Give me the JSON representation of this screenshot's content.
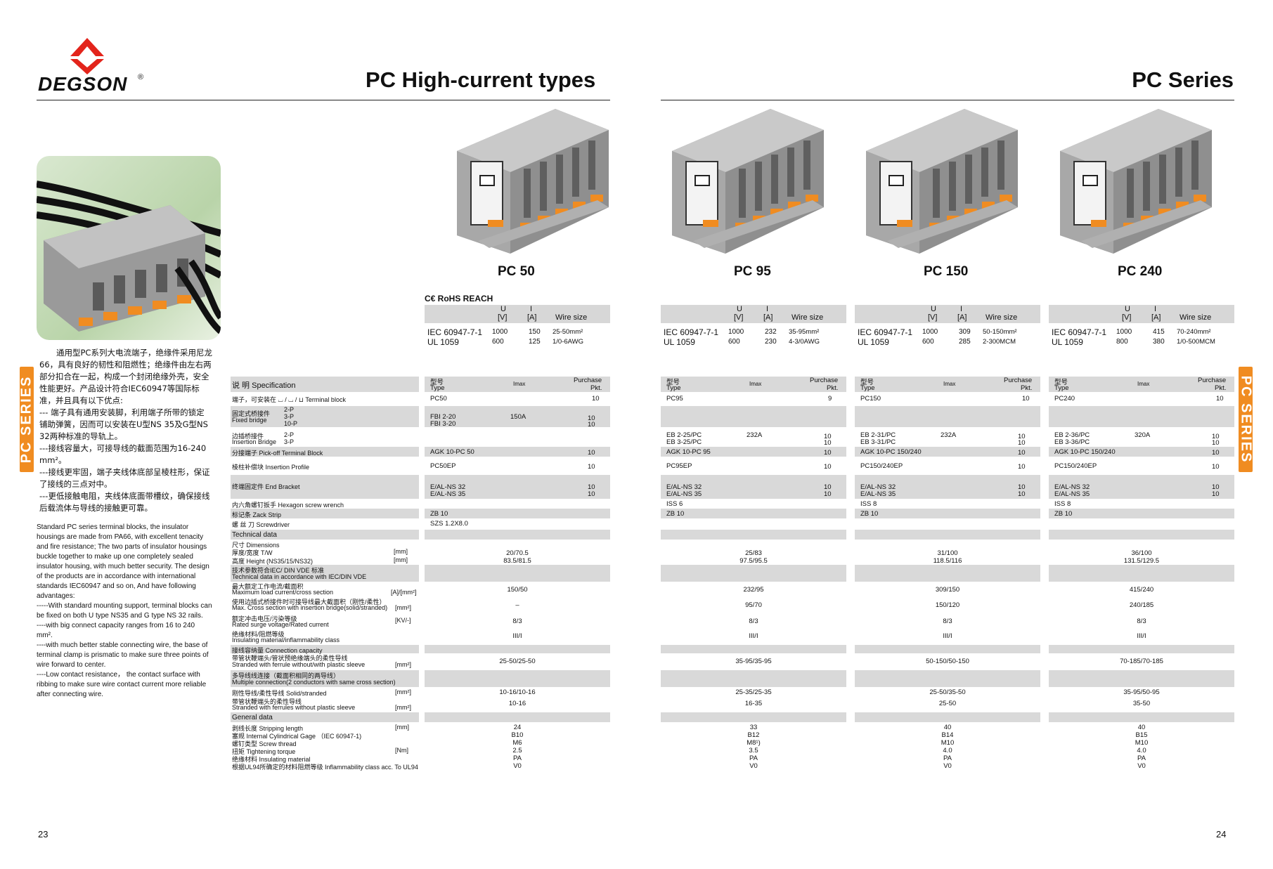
{
  "brand": {
    "name": "DEGSON",
    "reg_mark": "®",
    "logo_color": "#e3241b",
    "accent": "#f08c21"
  },
  "titles": {
    "left": "PC High-current types",
    "right": "PC Series"
  },
  "side_tab": "PC SERIES",
  "intro_cn": [
    "通用型PC系列大电流端子，绝缘件采用尼龙66，具有良好的韧性和阻燃性；绝缘件由左右两部分扣合在一起，构成一个封闭绝缘外壳，安全性能更好。产品设计符合IEC60947等国际标准，并且具有以下优点:",
    "--- 端子具有通用安装脚，利用端子所带的锁定铺助弹簧，因而可以安装在U型NS 35及G型NS 32两种标准的导轨上。",
    "---接线容量大，可接导线的截面范围为16-240 mm²。",
    "---接线更牢固，端子夹线体底部呈棱柱形，保证了接线的三点对中。",
    "---更低接触电阻，夹线体底面带槽纹，确保接线后载流体与导线的接触更可靠。"
  ],
  "intro_en": [
    "Standard PC series terminal blocks, the insulator housings are made from PA66, with excellent tenacity and fire resistance; The two parts of insulator housings buckle together to make up one completely sealed insulator housing, with much better security. The design of the products are in accordance with international standards IEC60947 and so on, And have following advantages:",
    "-----With standard mounting support, terminal blocks can be fixed on both U type NS35 and G type NS 32 rails.",
    "----with big connect capacity ranges from 16 to 240 mm².",
    "----with much better stable connecting wire, the base of terminal clamp is prismatic to make sure three points of wire forward to center.",
    "----Low contact resistance， the contact surface with ribbing to make sure wire contact current more reliable after connecting wire."
  ],
  "cert": "C€ RoHS REACH",
  "products": [
    {
      "name": "PC 50",
      "u1": "1000",
      "i1": "150",
      "w1": "25-50mm²",
      "u2": "600",
      "i2": "125",
      "w2": "1/0-6AWG",
      "type": "PC50",
      "pkt": "10",
      "fbi": [
        "FBI 2-20",
        "FBI 3-20"
      ],
      "fbi_pkt": [
        "10",
        "10"
      ],
      "fbi_imax": "150A",
      "eb": [
        "",
        ""
      ],
      "eb_pkt": [
        "",
        ""
      ],
      "eb_imax": "",
      "agk": "AGK 10-PC 50",
      "agk_pkt": "10",
      "ep": "PC50EP",
      "ep_pkt": "10",
      "end": [
        "E/AL-NS 32",
        "E/AL-NS 35"
      ],
      "end_pkt": [
        "10",
        "10"
      ],
      "wrench": "",
      "zack": "ZB 10",
      "driver": "SZS 1.2X8.0",
      "tw": "20/70.5",
      "height": "83.5/81.5",
      "max_load": "150/50",
      "max_cross": "–",
      "surge": "8/3",
      "ins": "III/I",
      "strand": "25-50/25-50",
      "solid": "10-16/10-16",
      "ferrule": "10-16",
      "strip": "24",
      "gauge": "B10",
      "thread": "M6",
      "torque": "2.5",
      "mat": "PA",
      "ul94": "V0"
    },
    {
      "name": "PC 95",
      "u1": "1000",
      "i1": "232",
      "w1": "35-95mm²",
      "u2": "600",
      "i2": "230",
      "w2": "4-3/0AWG",
      "type": "PC95",
      "pkt": "9",
      "fbi": [
        "",
        ""
      ],
      "fbi_pkt": [
        "",
        ""
      ],
      "fbi_imax": "",
      "eb": [
        "EB 2-25/PC",
        "EB 3-25/PC"
      ],
      "eb_pkt": [
        "10",
        "10"
      ],
      "eb_imax": "232A",
      "agk": "AGK 10-PC 95",
      "agk_pkt": "10",
      "ep": "PC95EP",
      "ep_pkt": "10",
      "end": [
        "E/AL-NS 32",
        "E/AL-NS 35"
      ],
      "end_pkt": [
        "10",
        "10"
      ],
      "wrench": "ISS 6",
      "zack": "ZB 10",
      "driver": "",
      "tw": "25/83",
      "height": "97.5/95.5",
      "max_load": "232/95",
      "max_cross": "95/70",
      "surge": "8/3",
      "ins": "III/I",
      "strand": "35-95/35-95",
      "solid": "25-35/25-35",
      "ferrule": "16-35",
      "strip": "33",
      "gauge": "B12",
      "thread": "M8¹)",
      "torque": "3.5",
      "mat": "PA",
      "ul94": "V0"
    },
    {
      "name": "PC 150",
      "u1": "1000",
      "i1": "309",
      "w1": "50-150mm²",
      "u2": "600",
      "i2": "285",
      "w2": "2-300MCM",
      "type": "PC150",
      "pkt": "10",
      "fbi": [
        "",
        ""
      ],
      "fbi_pkt": [
        "",
        ""
      ],
      "fbi_imax": "",
      "eb": [
        "EB 2-31/PC",
        "EB 3-31/PC"
      ],
      "eb_pkt": [
        "10",
        "10"
      ],
      "eb_imax": "232A",
      "agk": "AGK 10-PC 150/240",
      "agk_pkt": "10",
      "ep": "PC150/240EP",
      "ep_pkt": "10",
      "end": [
        "E/AL-NS 32",
        "E/AL-NS 35"
      ],
      "end_pkt": [
        "10",
        "10"
      ],
      "wrench": "ISS 8",
      "zack": "ZB 10",
      "driver": "",
      "tw": "31/100",
      "height": "118.5/116",
      "max_load": "309/150",
      "max_cross": "150/120",
      "surge": "8/3",
      "ins": "III/I",
      "strand": "50-150/50-150",
      "solid": "25-50/35-50",
      "ferrule": "25-50",
      "strip": "40",
      "gauge": "B14",
      "thread": "M10",
      "torque": "4.0",
      "mat": "PA",
      "ul94": "V0"
    },
    {
      "name": "PC 240",
      "u1": "1000",
      "i1": "415",
      "w1": "70-240mm²",
      "u2": "800",
      "i2": "380",
      "w2": "1/0-500MCM",
      "type": "PC240",
      "pkt": "10",
      "fbi": [
        "",
        ""
      ],
      "fbi_pkt": [
        "",
        ""
      ],
      "fbi_imax": "",
      "eb": [
        "EB 2-36/PC",
        "EB 3-36/PC"
      ],
      "eb_pkt": [
        "10",
        "10"
      ],
      "eb_imax": "320A",
      "agk": "AGK 10-PC 150/240",
      "agk_pkt": "10",
      "ep": "PC150/240EP",
      "ep_pkt": "10",
      "end": [
        "E/AL-NS 32",
        "E/AL-NS 35"
      ],
      "end_pkt": [
        "10",
        "10"
      ],
      "wrench": "ISS 8",
      "zack": "ZB 10",
      "driver": "",
      "tw": "36/100",
      "height": "131.5/129.5",
      "max_load": "415/240",
      "max_cross": "240/185",
      "surge": "8/3",
      "ins": "III/I",
      "strand": "70-185/70-185",
      "solid": "35-95/50-95",
      "ferrule": "35-50",
      "strip": "40",
      "gauge": "B15",
      "thread": "M10",
      "torque": "4.0",
      "mat": "PA",
      "ul94": "V0"
    }
  ],
  "volt_head": {
    "u": "U",
    "u_unit": "[V]",
    "i": "I",
    "i_unit": "[A]",
    "wire": "Wire size",
    "std1": "IEC 60947-7-1",
    "std2": "UL 1059"
  },
  "order_head": {
    "type_cn": "型号",
    "type": "Type",
    "imax": "Imax",
    "purchase": "Purchase",
    "pkt": "Pkt."
  },
  "spec": {
    "header": "说 明  Specification",
    "terminal": "端子，可安装在 ⌴ / ⌴ / ⊔ Terminal block",
    "fixed_cn": "固定式桥接件",
    "fixed_en": "Fixed bridge",
    "fixed_p": [
      "2-P",
      "3-P",
      "10-P"
    ],
    "ins_cn": "边插桥接件",
    "ins_en": "Insertion Bridge",
    "ins_p": [
      "2-P",
      "3-P"
    ],
    "pick": "分接端子  Pick-off Terminal Block",
    "profile": "棱柱补偿块  Insertion Profile",
    "bracket": "终端固定件  End Bracket",
    "wrench": "内六角螺钉扳手 Hexagon screw wrench",
    "zack": "标记条 Zack Strip",
    "driver": "螺 丝 刀  Screwdriver",
    "tech": "Technical data",
    "dim": "尺寸  Dimensions",
    "tw": "厚度/宽度  T/W",
    "tw_unit": "[mm]",
    "height": "高度  Height (NS35/15/NS32)",
    "height_unit": "[mm]",
    "iec_cn": "技术参数符合IEC/ DIN VDE 标准",
    "iec_en": "Technical data in accordance with IEC/DIN VDE",
    "load_cn": "最大额定工作电流/截面积",
    "load_en": "Maximum load current/cross section",
    "load_unit": "[A]/[mm²]",
    "cross_cn": "使用边插式桥接件时可接导线最大截面积（刚性/柔性）",
    "cross_en": "Max. Cross section with insertion bridge(solid/stranded)",
    "cross_unit": "[mm²]",
    "surge_cn": "额定冲击电压/污染等级",
    "surge_en": "Rated surge voltage/Rated current",
    "surge_unit": "[KV/-]",
    "ins_mat_cn": "绝缘材料/阻燃等级",
    "ins_mat_en": "Insulating material/inflammability class",
    "conn": "接线容纳量  Connection capacity",
    "strand_cn": "带管状鞭端头/管状预绝缘端头的柔性导线",
    "strand_en": "Stranded with ferrule without/with plastic sleeve",
    "strand_unit": "[mm²]",
    "multi_cn": "多导线线连接（截面积相同的两导线）",
    "multi_en": "Multiple connection(2 conductors with same cross section)",
    "solid": "刚性导线/柔性导线  Solid/stranded",
    "solid_unit": "[mm²]",
    "ferr_cn": "带管状鞭端头的柔性导线",
    "ferr_en": "Stranded with ferrules without plastic sleeve",
    "ferr_unit": "[mm²]",
    "general": "General data",
    "strip": "剥线长度  Stripping length",
    "strip_unit": "[mm]",
    "gauge": "塞规  Internal Cylindrical Gage （IEC 60947-1)",
    "thread": "螺钉类型  Screw thread",
    "torque": "扭矩  Tightening torque",
    "torque_unit": "[Nm]",
    "mat": "绝缘材料  Insulating material",
    "ul94": "根据UL94所确定的材料阻燃等级 Inflammability class acc. To UL94"
  },
  "page_numbers": {
    "left": "23",
    "right": "24"
  }
}
